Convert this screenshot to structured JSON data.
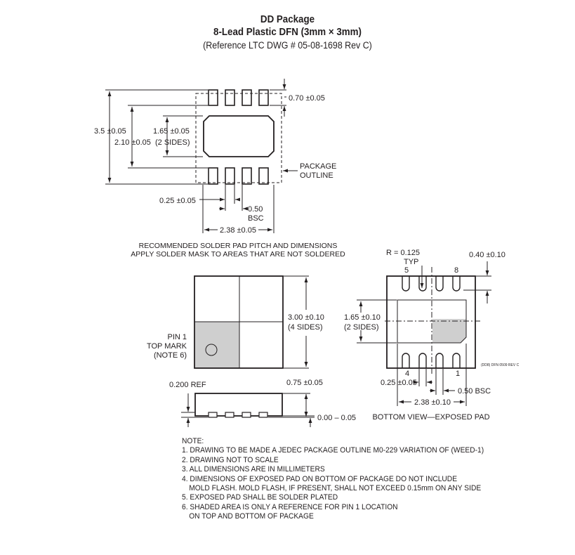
{
  "header": {
    "title": "DD Package",
    "subtitle": "8-Lead Plastic DFN (3mm × 3mm)",
    "reference": "(Reference LTC DWG # 05-08-1698 Rev C)"
  },
  "solder_view": {
    "dim_width_pad": "0.70 ±0.05",
    "dim_overall": "3.5 ±0.05",
    "dim_exposed_h": "1.65 ±0.05",
    "dim_exposed_h_note": "(2 SIDES)",
    "dim_inner": "2.10 ±0.05",
    "package_outline_line1": "PACKAGE",
    "package_outline_line2": "OUTLINE",
    "dim_pad_width": "0.25 ±0.05",
    "dim_pitch": "0.50",
    "dim_pitch_note": "BSC",
    "dim_span": "2.38 ±0.05",
    "caption_line1": "RECOMMENDED SOLDER PAD PITCH AND DIMENSIONS",
    "caption_line2": "APPLY SOLDER MASK TO AREAS THAT ARE NOT SOLDERED"
  },
  "top_view": {
    "dim_size": "3.00 ±0.10",
    "dim_size_note": "(4 SIDES)",
    "pin1_line1": "PIN 1",
    "pin1_line2": "TOP MARK",
    "pin1_line3": "(NOTE 6)"
  },
  "side_view": {
    "dim_ref": "0.200 REF",
    "dim_height": "0.75 ±0.05",
    "dim_standoff": "0.00 – 0.05"
  },
  "bottom_view": {
    "radius_line1": "R = 0.125",
    "radius_line2": "TYP",
    "pin5": "5",
    "pin8": "8",
    "pin4": "4",
    "pin1": "1",
    "dim_pad_len": "0.40 ±0.10",
    "dim_exposed_h": "1.65 ±0.10",
    "dim_exposed_h_note": "(2 SIDES)",
    "dim_pad_width": "0.25 ±0.05",
    "dim_pitch": "0.50 BSC",
    "dim_span": "2.38 ±0.10",
    "drawing_id": "(DD8) DFN 0509 REV C",
    "caption": "BOTTOM VIEW—EXPOSED PAD"
  },
  "notes": {
    "heading": "NOTE:",
    "n1": "1. DRAWING TO BE MADE A JEDEC PACKAGE OUTLINE M0-229 VARIATION OF (WEED-1)",
    "n2": "2. DRAWING NOT TO SCALE",
    "n3": "3. ALL DIMENSIONS ARE IN MILLIMETERS",
    "n4a": "4. DIMENSIONS OF EXPOSED PAD ON BOTTOM OF PACKAGE DO NOT INCLUDE",
    "n4b": "MOLD FLASH. MOLD FLASH, IF PRESENT, SHALL NOT EXCEED 0.15mm ON ANY SIDE",
    "n5": "5. EXPOSED PAD SHALL BE SOLDER PLATED",
    "n6a": "6. SHADED AREA IS ONLY A REFERENCE FOR PIN 1 LOCATION",
    "n6b": "ON TOP AND BOTTOM OF PACKAGE"
  },
  "colors": {
    "line": "#231f20",
    "shade": "#cfcfcf"
  }
}
